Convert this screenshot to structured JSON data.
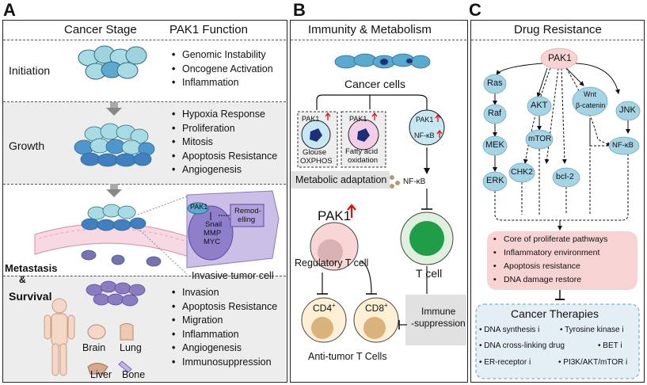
{
  "letters": {
    "a": "A",
    "b": "B",
    "c": "C"
  },
  "panel_a": {
    "header_stage": "Cancer Stage",
    "header_function": "PAK1 Function",
    "stages": [
      {
        "name": "Initiation",
        "functions": [
          "Genomic Instability",
          "Oncogene Activation",
          "Inflammation"
        ]
      },
      {
        "name": "Growth",
        "functions": [
          "Hypoxia Response",
          "Proliferation",
          "Mitosis",
          "Apoptosis Resistance",
          "Angiogenesis"
        ]
      },
      {
        "name": "Metastasis",
        "functions": []
      },
      {
        "name": "Survival",
        "functions": [
          "Invasion",
          "Apoptosis Resistance",
          "Migration",
          "Inflammation",
          "Angiogenesis",
          "Immunosuppression"
        ]
      }
    ],
    "amp": "&",
    "invasive_label": "Invasive tumor cell",
    "inset": {
      "pak1": "PAK1",
      "snail": "Snail",
      "mmp": "MMP",
      "myc": "MYC",
      "remod": "Remod-",
      "elling": "elling"
    },
    "organs": {
      "brain": "Brain",
      "lung": "Lung",
      "liver": "Liver",
      "bone": "Bone"
    }
  },
  "panel_b": {
    "title": "Immunity & Metabolism",
    "cancer_cells": "Cancer cells",
    "cell1": {
      "pak1": "PAK1",
      "l1": "Glouse",
      "l2": "OXPHOS"
    },
    "cell2": {
      "pak1": "PAK1",
      "l1": "Fatty acid",
      "l2": "oxidation"
    },
    "cell3": {
      "pak1": "PAK1",
      "nfkb": "NF-κB"
    },
    "metabolic": "Metabolic adaptation",
    "nfkb_label": "NF-κB",
    "treg_pak1": "PAK1",
    "treg_label": "Regulatory T cell",
    "tcell_label": "T cell",
    "cd4": "CD4",
    "cd8": "CD8",
    "sup": "+",
    "anti_tumor": "Anti-tumor T Cells",
    "immune1": "Immune",
    "immune2": "-suppression"
  },
  "panel_c": {
    "title": "Drug Resistance",
    "pak1": "PAK1",
    "nodes": {
      "ras": "Ras",
      "raf": "Raf",
      "mek": "MEK",
      "erk": "ERK",
      "chk2": "CHK2",
      "akt": "AKT",
      "mtor": "mTOR",
      "bcl2": "bcl-2",
      "wnt": "Wnt",
      "bcat": "β-catenin",
      "jnk": "JNK",
      "nfkb": "NF-κB"
    },
    "outcomes": [
      "Core of proliferate pathways",
      "Inflammatory environment",
      "Apoptosis resistance",
      "DNA damage restore"
    ],
    "therapies_title": "Cancer Therapies",
    "therapies": [
      "DNA synthesis i",
      "Tyrosine kinase i",
      "DNA cross-linking drug",
      "BET i",
      "ER-receptor i",
      "PI3K/AKT/mTOR i"
    ]
  },
  "colors": {
    "node_blue": "#a6d4e4",
    "pink_box": "#f8d3d3",
    "cell_blue": "#5aa9cf",
    "tcell_green": "#1f9d47",
    "inset_purple": "#b7a6dc"
  }
}
